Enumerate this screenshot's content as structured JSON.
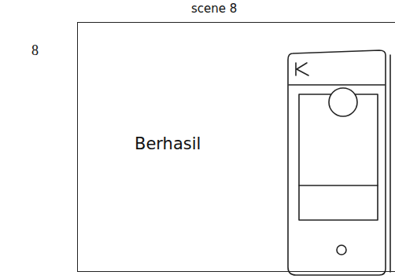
{
  "diagram": {
    "title": "scene 8",
    "nodes": [
      {
        "text": [
          "Berhasil"
        ]
      }
    ],
    "labels": [
      "8"
    ]
  }
}
